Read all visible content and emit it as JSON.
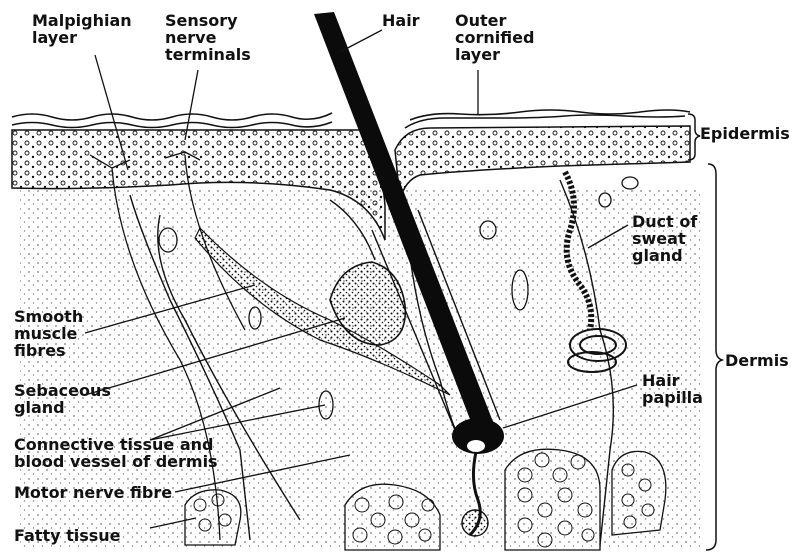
{
  "labels": {
    "malpighian": "Malpighian\nlayer",
    "sensory": "Sensory\nnerve\nterminals",
    "hair": "Hair",
    "outer": "Outer\ncornified\nlayer",
    "epidermis": "Epidermis",
    "duct": "Duct of\nsweat\ngland",
    "dermis": "Dermis",
    "hair_papilla": "Hair\npapilla",
    "smooth_muscle": "Smooth\nmuscle\nfibres",
    "sebaceous": "Sebaceous\ngland",
    "connective": "Connective tissue and\nblood vessel of dermis",
    "motor": "Motor nerve fibre",
    "fatty": "Fatty tissue"
  },
  "colors": {
    "ink": "#111111",
    "background": "#ffffff"
  }
}
